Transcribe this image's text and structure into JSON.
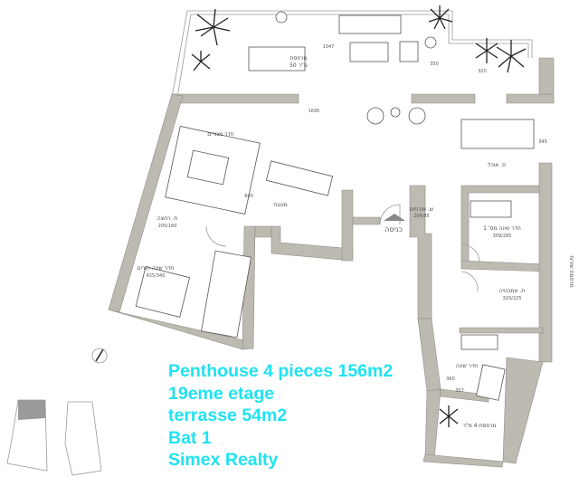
{
  "plan": {
    "rooms": {
      "terrace": "מרפסת",
      "terrace_area": "50 מ\"ר",
      "living": "חדר מגורים",
      "kitchen": "מטבח",
      "dining": "פ. אוכל",
      "entrance": "כניסה",
      "guest_wc": "ש. אורחים",
      "guest_wc_dim": "206/85",
      "master_bedroom": "חדר שינה הורים",
      "master_bedroom_dim": "425/340",
      "bath": "ת. רחצה",
      "bath_dim": "205/160",
      "bedroom2": "חדר שינה מס' 1",
      "bedroom2_dim": "309/285",
      "family_bath": "ת. אמבטיה",
      "family_bath_dim": "320/225",
      "bedroom3": "חדר שינה",
      "small_balcony": "מרפסת 4 מ\"ר",
      "service_balcony": "מרפסת שירות"
    },
    "dimensions": {
      "terrace_width": "1347",
      "main_width": "1695",
      "living_depth": "840",
      "terrace_depth": "350",
      "terrace_depth2": "320",
      "dining_depth": "345",
      "bedroom3_w": "352",
      "bedroom3_h": "360"
    }
  },
  "overlay": {
    "line1": "Penthouse 4 pieces 156m2",
    "line2": "19eme etage",
    "line3": "terrasse 54m2",
    "line4": "Bat 1",
    "line5": "Simex Realty"
  },
  "colors": {
    "overlay_text": "#1ee3f2",
    "wall": "#bdbab2"
  }
}
